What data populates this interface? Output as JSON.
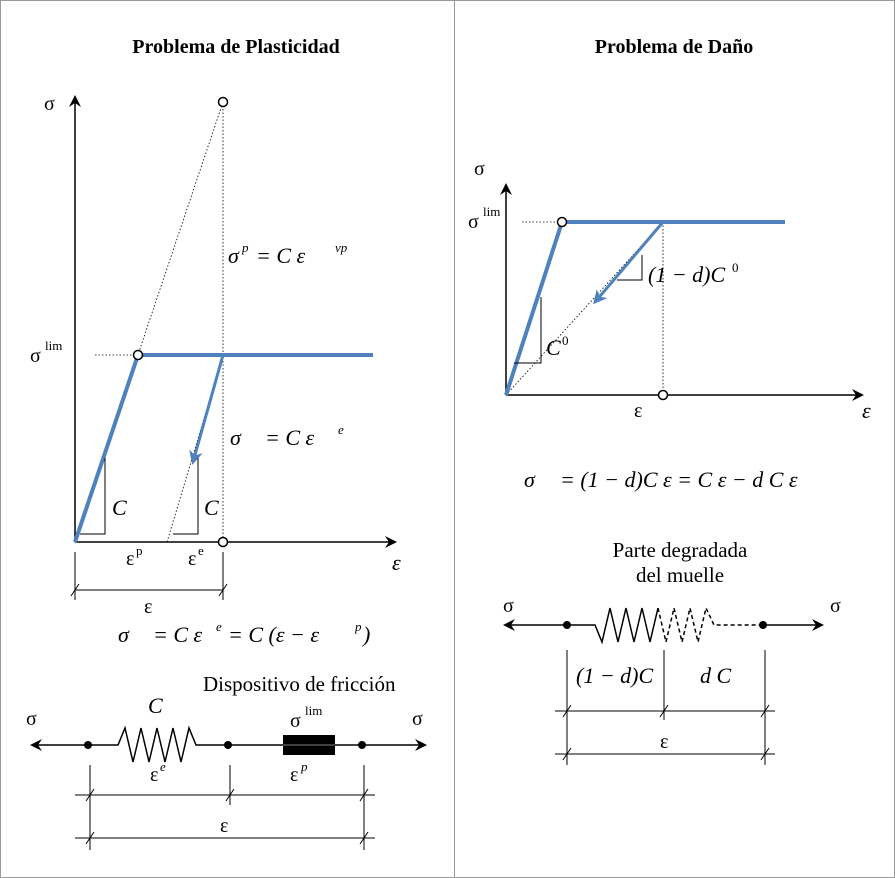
{
  "left": {
    "title": "Problema de Plasticidad",
    "sigma": "σ",
    "sigma_lim": "σ",
    "lim": "lim",
    "eps_axis": "ε",
    "eps": "ε",
    "p": "p",
    "e": "e",
    "vp": "vp",
    "C": "C",
    "eq_sigma_p_lhs": "σ",
    "eq_sigma_p_rhs": "= C ε",
    "eq_sigma_lhs": "σ",
    "eq_sigma_rhs": "= C ε",
    "eq_main_a": "σ",
    "eq_main_b": "= C ε",
    "eq_main_c": "= C (ε   − ε",
    "eq_main_d": ")",
    "device_label": "Dispositivo de fricción"
  },
  "right": {
    "title": "Problema de Daño",
    "sigma": "σ",
    "lim": "lim",
    "eps": "ε",
    "C0": "C",
    "zero": "0",
    "slope_damaged": "(1 − d)C",
    "eq_a": "σ",
    "eq_b": "= (1 − d)C ε = C ε   − d C ε",
    "spring_label_1": "Parte degradada",
    "spring_label_2": "del muelle",
    "seg_a": "(1 − d)C",
    "seg_b": "d C"
  },
  "colors": {
    "curve": "#4f81bd",
    "line": "#000000"
  }
}
